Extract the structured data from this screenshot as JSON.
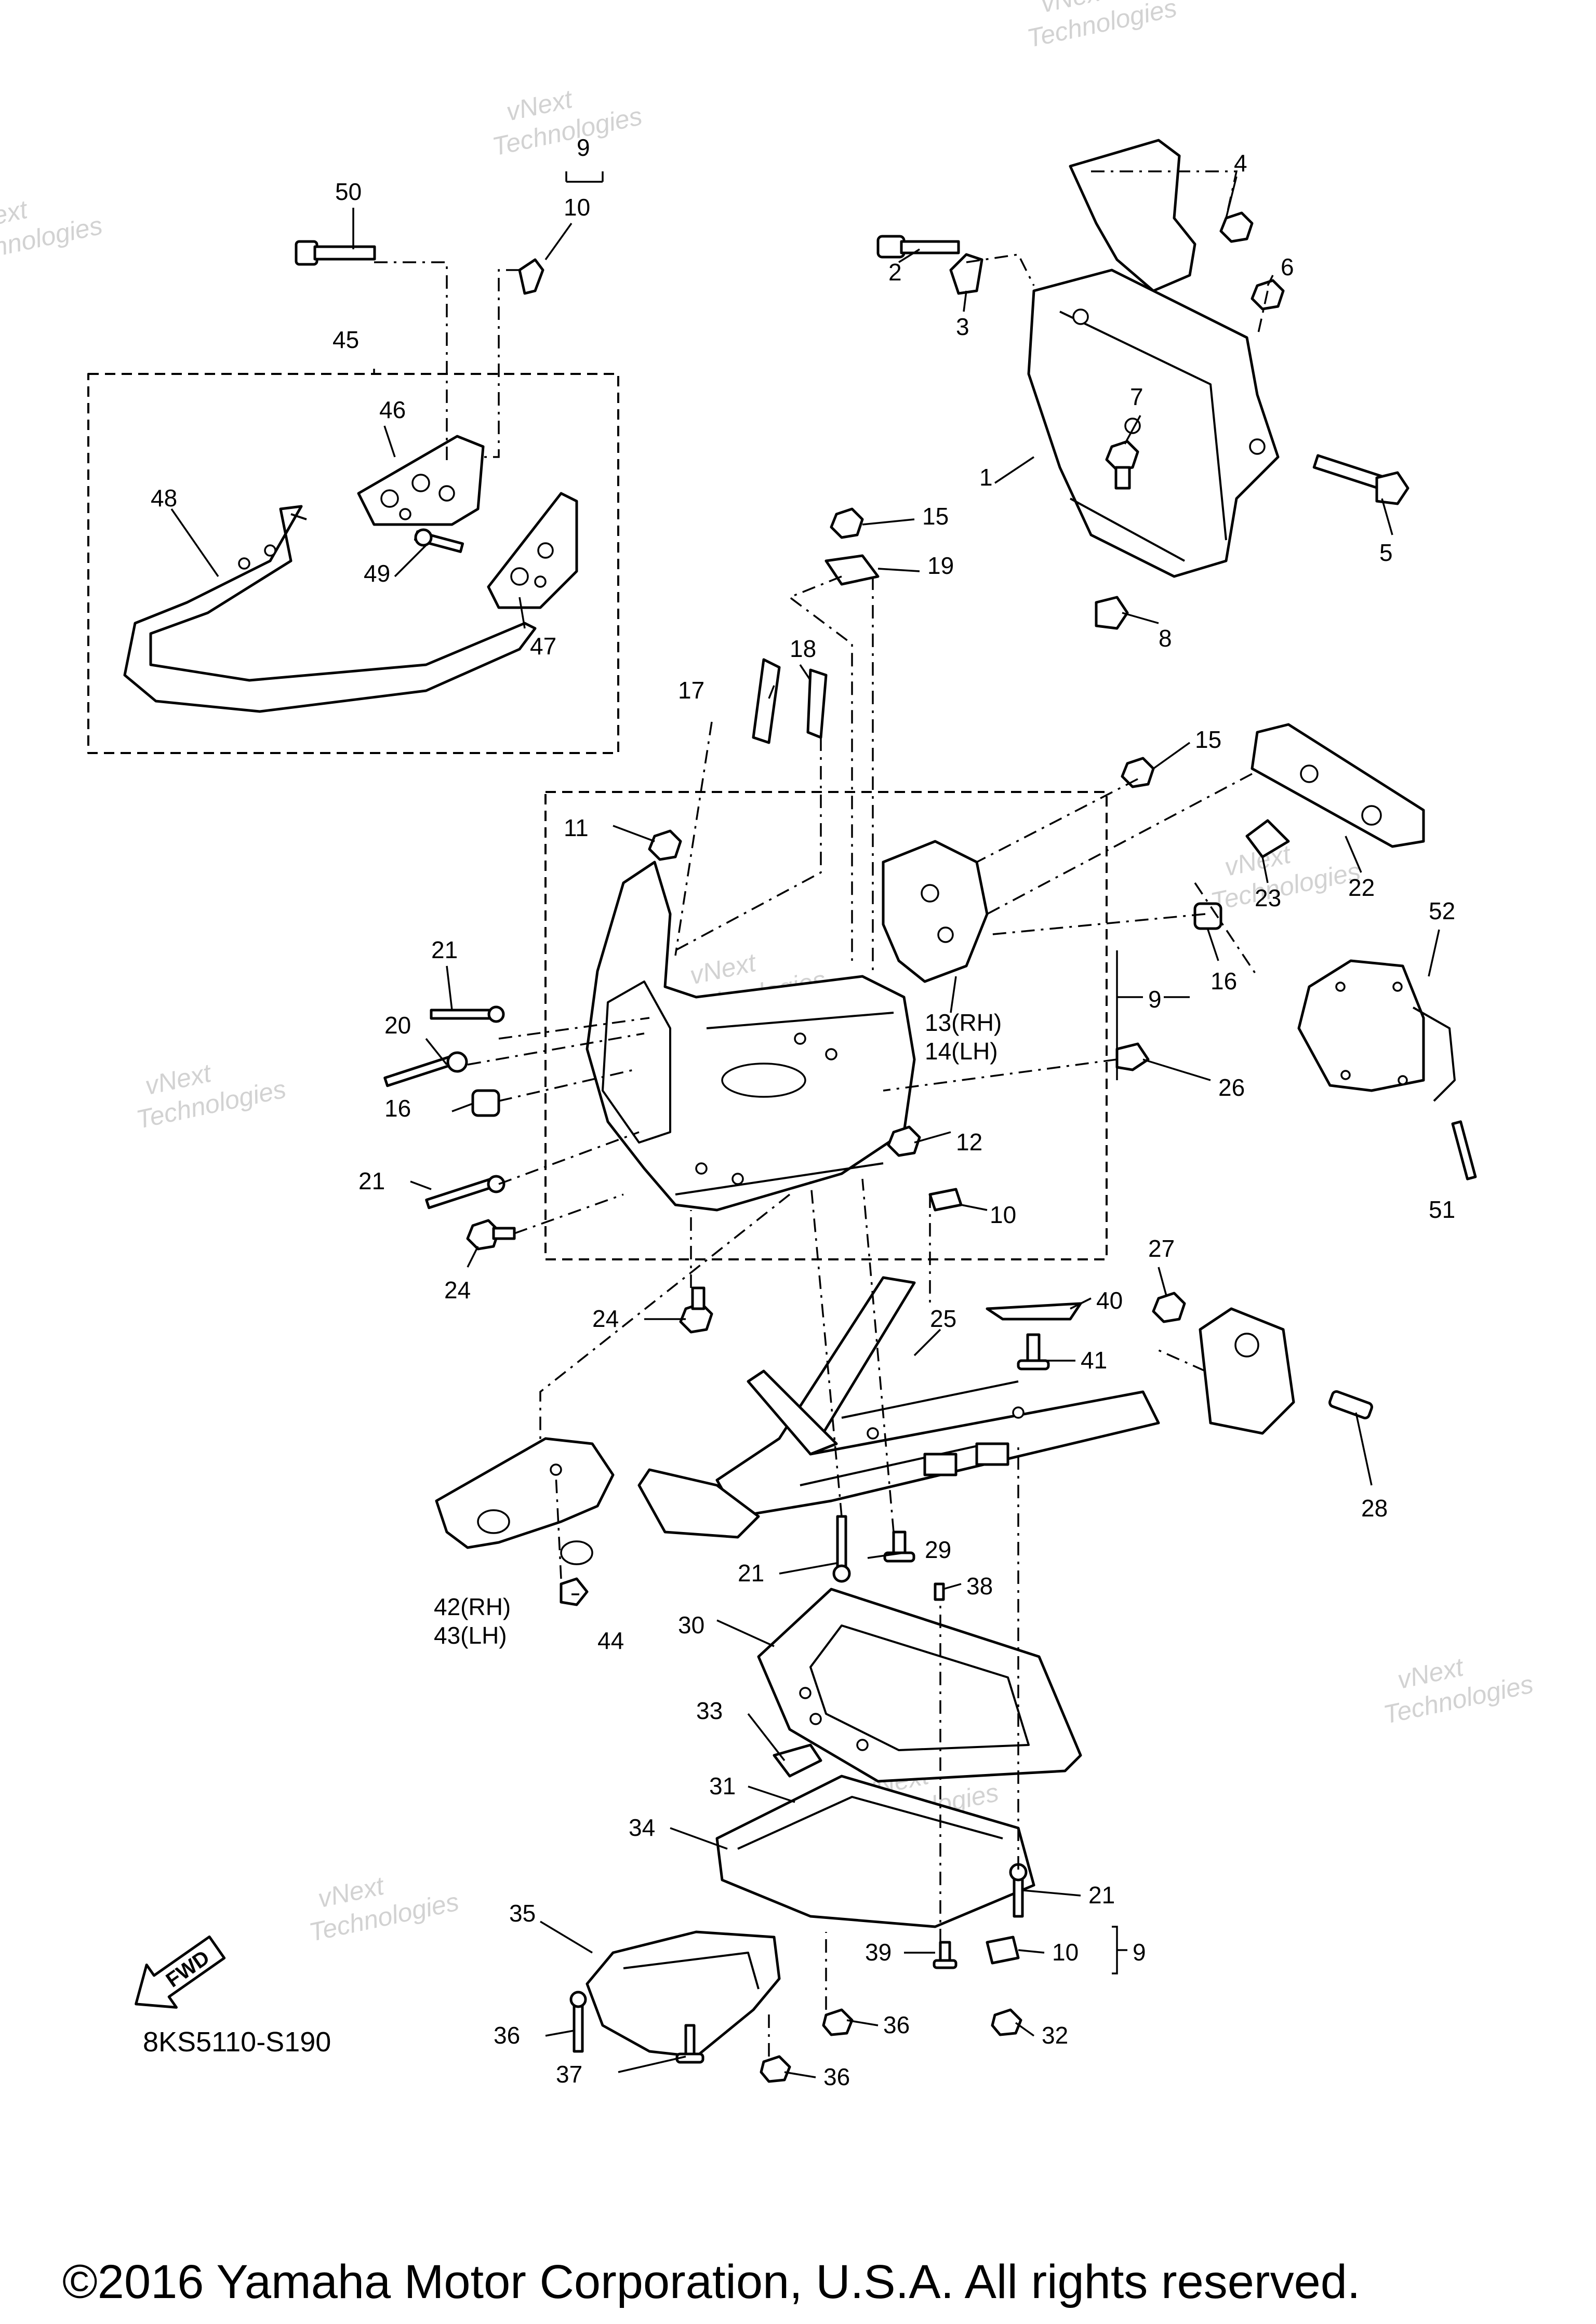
{
  "diagram": {
    "drawing_code": "8KS5110-S190",
    "copyright": "©2016 Yamaha Motor Corporation, U.S.A. All rights reserved.",
    "direction_arrow": "FWD",
    "watermark": {
      "line1": "vNext",
      "line2": "Technologies"
    },
    "callouts": {
      "c1": "1",
      "c2": "2",
      "c3": "3",
      "c4": "4",
      "c5": "5",
      "c6": "6",
      "c7": "7",
      "c8": "8",
      "c9a": "9",
      "c9b": "9",
      "c9c": "9",
      "c10a": "10",
      "c10b": "10",
      "c10c": "10",
      "c11": "11",
      "c12": "12",
      "c13": "13(RH)",
      "c14": "14(LH)",
      "c15a": "15",
      "c15b": "15",
      "c16a": "16",
      "c16b": "16",
      "c17": "17",
      "c18": "18",
      "c19": "19",
      "c20": "20",
      "c21a": "21",
      "c21b": "21",
      "c21c": "21",
      "c21d": "21",
      "c22": "22",
      "c23": "23",
      "c24a": "24",
      "c24b": "24",
      "c25": "25",
      "c26": "26",
      "c27": "27",
      "c28": "28",
      "c29": "29",
      "c30": "30",
      "c31": "31",
      "c32": "32",
      "c33": "33",
      "c34": "34",
      "c35": "35",
      "c36a": "36",
      "c36b": "36",
      "c36c": "36",
      "c37": "37",
      "c38": "38",
      "c39": "39",
      "c40": "40",
      "c41": "41",
      "c42": "42(RH)",
      "c43": "43(LH)",
      "c44": "44",
      "c45": "45",
      "c46": "46",
      "c47": "47",
      "c48": "48",
      "c49": "49",
      "c50": "50",
      "c51": "51",
      "c52": "52"
    }
  }
}
